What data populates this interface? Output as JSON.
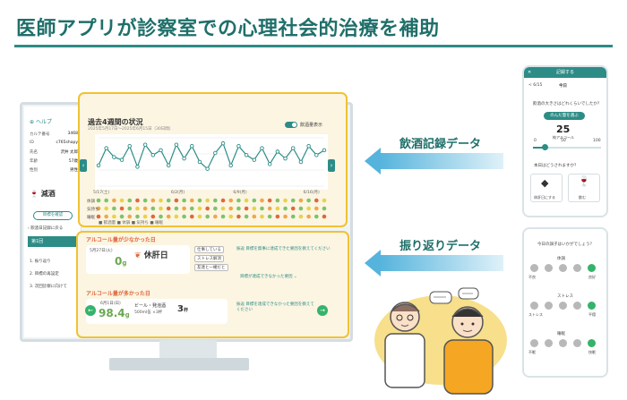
{
  "page": {
    "title": "医師アプリが診察室での心理社会的治療を補助"
  },
  "monitor": {
    "sidebar": {
      "help": "ヘルプ",
      "fields": [
        {
          "k": "カルテ番号",
          "v": "3468"
        },
        {
          "k": "ID",
          "v": "c765shapy"
        },
        {
          "k": "氏名",
          "v": "沢井 太郎"
        },
        {
          "k": "年齢",
          "v": "57歳"
        },
        {
          "k": "性別",
          "v": "男性"
        }
      ],
      "goal": "減酒",
      "link_button": "目標を確認",
      "back": "飲酒日記録に戻る",
      "current": "第1回",
      "steps": [
        "1. 振り返り",
        "2. 目標の再設定",
        "3. 次回診察に向けて"
      ]
    },
    "chart_panel": {
      "title": "過去4週間の状況",
      "subtitle": "2025年5月17日〜2025年6月15日（30日間）",
      "toggle_label": "飲酒量表示",
      "row_labels": [
        "体調",
        "気持ち",
        "睡眠"
      ],
      "x_labels": [
        "5/17(土)",
        "6/2(月)",
        "6/9(月)",
        "6/16(月)"
      ],
      "legend": "■ 飲酒量 ■ 体調 ■ 気持ち ■ 睡眠"
    },
    "bottom_panel": {
      "low_title": "アルコール量が少なかった日",
      "low_date": "5月27日(火)",
      "low_amount": "0",
      "low_unit": "g",
      "low_label": "休肝日",
      "low_tags": [
        "仕事している",
        "ストレス解消",
        "友達と一緒だと"
      ],
      "low_note": "振返 目標を無事に達成できた要因を教えてください",
      "low_button": "目標が達成できなかった要因",
      "high_title": "アルコール量が多かった日",
      "high_date": "6月1日(日)",
      "high_amount": "98.4",
      "high_unit": "g",
      "high_drink": "ビール・発泡酒",
      "high_drink_detail": "500ml缶 ×3杯",
      "high_count": "3",
      "high_count_unit": "杯",
      "high_note": "振返 目標を達成できなかった要因を教えてください"
    }
  },
  "arrows": {
    "drinking": "飲酒記録データ",
    "reflection": "振り返りデータ"
  },
  "phone_top": {
    "header": "記録する",
    "date_nav": "< 6/15",
    "date_today": "今日",
    "question": "飲酒の大きさはどれくらいでしたか？",
    "pill": "のんだ量を選ぶ",
    "value": "25",
    "unit": "純アルコール",
    "scale": [
      "0",
      "50",
      "100"
    ],
    "question2": "本日はどうされますか？",
    "opt1": "休肝日にする",
    "opt2": "飲む"
  },
  "phone_bottom": {
    "question": "今日の調子はいかがでしょう？",
    "sections": [
      {
        "title": "体調",
        "low": "不良",
        "high": "良好"
      },
      {
        "title": "ストレス",
        "low": "ストレス",
        "high": "平穏"
      },
      {
        "title": "睡眠",
        "low": "不眠",
        "high": "快眠"
      }
    ]
  },
  "chart_data": {
    "type": "line",
    "x": [
      1,
      2,
      3,
      4,
      5,
      6,
      7,
      8,
      9,
      10,
      11,
      12,
      13,
      14,
      15,
      16,
      17,
      18,
      19,
      20,
      21,
      22,
      23,
      24,
      25,
      26,
      27,
      28,
      29,
      30
    ],
    "series": [
      {
        "values": [
          30,
          55,
          42,
          38,
          58,
          28,
          60,
          45,
          52,
          30,
          60,
          40,
          58,
          35,
          25,
          48,
          62,
          30,
          58,
          45,
          38,
          55,
          32,
          50,
          40,
          55,
          35,
          58,
          45,
          52
        ]
      }
    ],
    "colors": {
      "line": "#2d8c86",
      "point": "#2d8c86",
      "highlight": "#f0c232"
    }
  },
  "heat": [
    [
      "g",
      "g",
      "o",
      "y",
      "g",
      "r",
      "g",
      "o",
      "y",
      "g",
      "r",
      "g",
      "o",
      "g",
      "y",
      "g",
      "r",
      "o",
      "g",
      "y",
      "g",
      "o",
      "r",
      "g",
      "y",
      "g",
      "o",
      "g",
      "r",
      "y"
    ],
    [
      "o",
      "y",
      "g",
      "r",
      "g",
      "y",
      "o",
      "g",
      "y",
      "r",
      "g",
      "o",
      "g",
      "y",
      "r",
      "g",
      "y",
      "o",
      "g",
      "r",
      "y",
      "g",
      "o",
      "y",
      "g",
      "r",
      "g",
      "y",
      "o",
      "g"
    ],
    [
      "r",
      "o",
      "y",
      "g",
      "o",
      "g",
      "y",
      "r",
      "g",
      "o",
      "y",
      "g",
      "r",
      "y",
      "g",
      "o",
      "g",
      "y",
      "r",
      "g",
      "o",
      "y",
      "g",
      "r",
      "o",
      "g",
      "y",
      "o",
      "g",
      "r"
    ]
  ],
  "heat_colors": {
    "g": "#7cc36e",
    "y": "#e8d24a",
    "o": "#f0a64a",
    "r": "#e0683c"
  }
}
